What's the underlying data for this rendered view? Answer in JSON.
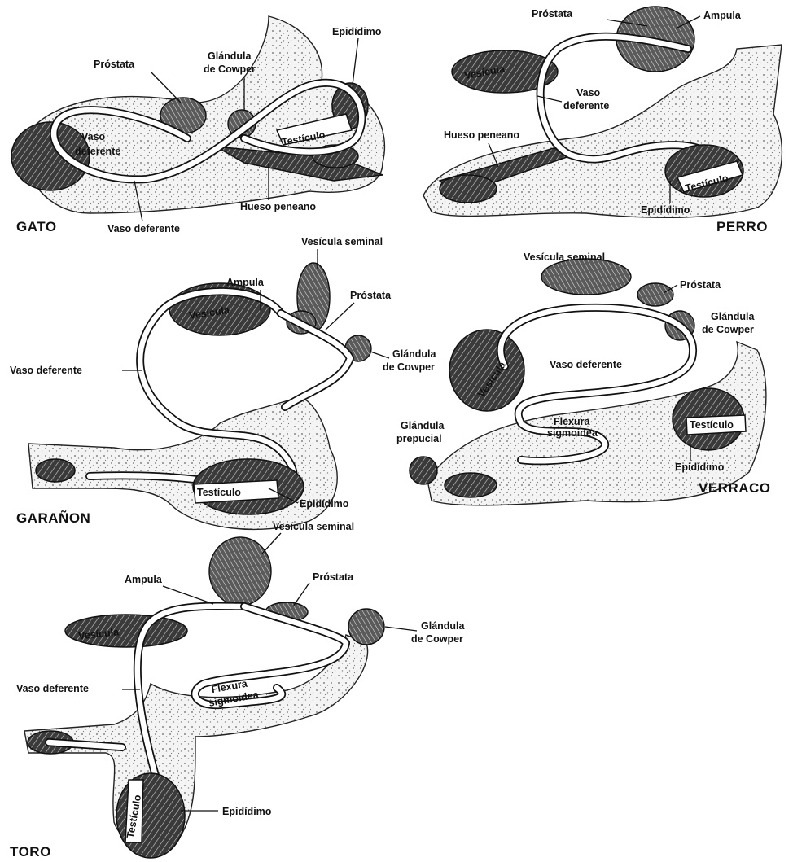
{
  "species": {
    "gato": "GATO",
    "perro": "PERRO",
    "garanon": "GARAÑON",
    "verraco": "VERRACO",
    "toro": "TORO"
  },
  "gato": {
    "prostata": "Próstata",
    "glandula_1": "Glándula",
    "glandula_2": "de Cowper",
    "epididimo": "Epidídimo",
    "vaso_inner_1": "Vaso",
    "vaso_inner_2": "deferente",
    "testiculo": "Testículo",
    "hueso": "Hueso peneano",
    "vaso": "Vaso deferente"
  },
  "perro": {
    "prostata": "Próstata",
    "ampula": "Ampula",
    "vesicula": "Vesícula",
    "vaso_1": "Vaso",
    "vaso_2": "deferente",
    "hueso": "Hueso peneano",
    "testiculo": "Testículo",
    "epididimo": "Epidídimo"
  },
  "garanon": {
    "vesicula_seminal": "Vesícula seminal",
    "ampula": "Ampula",
    "prostata": "Próstata",
    "vesicula": "Vesícula",
    "glandula_1": "Glándula",
    "glandula_2": "de Cowper",
    "vaso": "Vaso deferente",
    "testiculo": "Testículo",
    "epididimo": "Epidídimo"
  },
  "verraco": {
    "vesicula_seminal": "Vesícula seminal",
    "prostata": "Próstata",
    "glandula_1": "Glándula",
    "glandula_2": "de Cowper",
    "vesicula": "Vesícula",
    "vaso": "Vaso deferente",
    "flexura_1": "Flexura",
    "flexura_2": "sigmoidea",
    "prepucial_1": "Glándula",
    "prepucial_2": "prepucial",
    "testiculo": "Testículo",
    "epididimo": "Epidídimo"
  },
  "toro": {
    "vesicula_seminal": "Vesícula seminal",
    "ampula": "Ampula",
    "prostata": "Próstata",
    "vesicula": "Vesícula",
    "glandula_1": "Glándula",
    "glandula_2": "de Cowper",
    "vaso": "Vaso deferente",
    "flexura_1": "Flexura",
    "flexura_2": "sigmoidea",
    "testiculo": "Testículo",
    "epididimo": "Epidídimo"
  }
}
